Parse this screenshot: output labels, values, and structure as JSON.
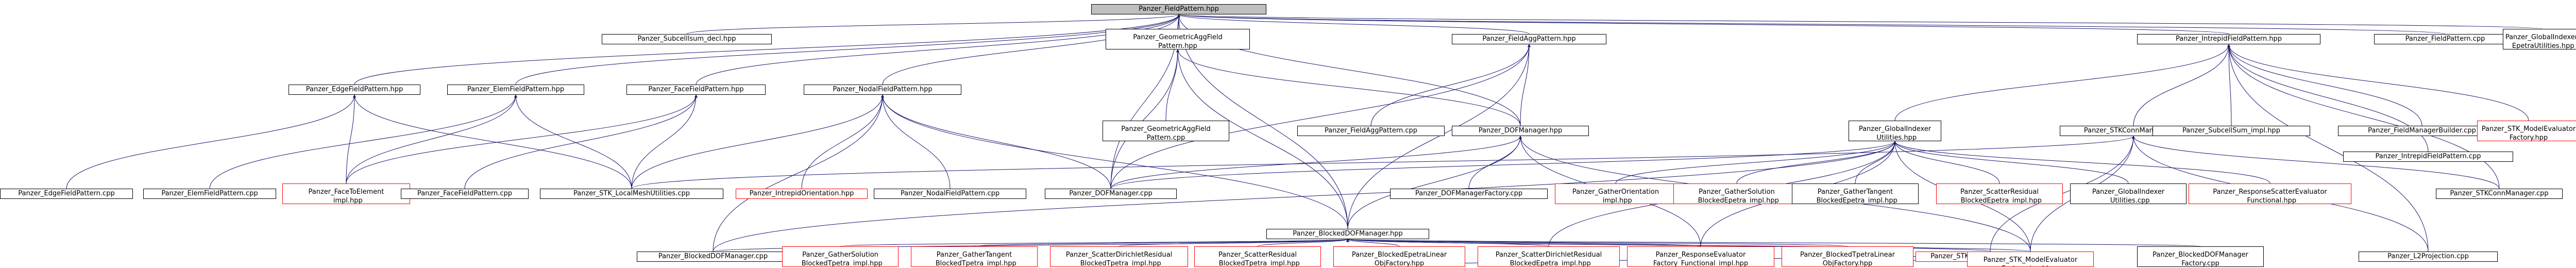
{
  "colors": {
    "background": "#ffffff",
    "node_border": "#000000",
    "node_border_undocumented": "#ff0000",
    "root_fill": "#bfbfbf",
    "edge": "#191970"
  },
  "nodes": [
    {
      "id": "n0",
      "lines": [
        "Panzer_FieldPattern.hpp"
      ],
      "kind": "root"
    },
    {
      "id": "n1",
      "lines": [
        "Panzer_Subcelllsum_decl.hpp"
      ],
      "kind": "normal"
    },
    {
      "id": "n2",
      "lines": [
        "Panzer_GeometricAggField",
        "Pattern.hpp"
      ],
      "kind": "normal"
    },
    {
      "id": "n3",
      "lines": [
        "Panzer_FieldAggPattern.hpp"
      ],
      "kind": "normal"
    },
    {
      "id": "n4",
      "lines": [
        "Panzer_IntrepidFieldPattern.hpp"
      ],
      "kind": "normal"
    },
    {
      "id": "n5",
      "lines": [
        "Panzer_FieldPattern.cpp"
      ],
      "kind": "normal"
    },
    {
      "id": "n6",
      "lines": [
        "Panzer_GlobalIndexer",
        "_EpetraUtilities.hpp"
      ],
      "kind": "normal"
    },
    {
      "id": "n7",
      "lines": [
        "Panzer_EdgeFieldPattern.hpp"
      ],
      "kind": "normal"
    },
    {
      "id": "n8",
      "lines": [
        "Panzer_ElemFieldPattern.hpp"
      ],
      "kind": "normal"
    },
    {
      "id": "n9",
      "lines": [
        "Panzer_FaceFieldPattern.hpp"
      ],
      "kind": "normal"
    },
    {
      "id": "n10",
      "lines": [
        "Panzer_NodalFieldPattern.hpp"
      ],
      "kind": "normal"
    },
    {
      "id": "n11",
      "lines": [
        "Panzer_GeometricAggField",
        "Pattern.cpp"
      ],
      "kind": "normal"
    },
    {
      "id": "n12",
      "lines": [
        "Panzer_FieldAggPattern.cpp"
      ],
      "kind": "normal"
    },
    {
      "id": "n13",
      "lines": [
        "Panzer_DOFManager.hpp"
      ],
      "kind": "normal"
    },
    {
      "id": "n14",
      "lines": [
        "Panzer_GlobalIndexer",
        "_Utilities.hpp"
      ],
      "kind": "normal"
    },
    {
      "id": "n15",
      "lines": [
        "Panzer_STKConnManager.hpp"
      ],
      "kind": "normal"
    },
    {
      "id": "n16",
      "lines": [
        "Panzer_SubcellSum_impl.hpp"
      ],
      "kind": "normal"
    },
    {
      "id": "n17",
      "lines": [
        "Panzer_FieldManagerBuilder.cpp"
      ],
      "kind": "normal"
    },
    {
      "id": "n18",
      "lines": [
        "Panzer_STK_ModelEvaluator",
        "Factory.hpp"
      ],
      "kind": "red"
    },
    {
      "id": "n19",
      "lines": [
        "Panzer_IntrepidFieldPattern.cpp"
      ],
      "kind": "normal"
    },
    {
      "id": "n20",
      "lines": [
        "Panzer_EdgeFieldPattern.cpp"
      ],
      "kind": "normal"
    },
    {
      "id": "n21",
      "lines": [
        "Panzer_ElemFieldPattern.cpp"
      ],
      "kind": "normal"
    },
    {
      "id": "n22",
      "lines": [
        "Panzer_FaceToElement",
        "_impl.hpp"
      ],
      "kind": "red"
    },
    {
      "id": "n23",
      "lines": [
        "Panzer_FaceFieldPattern.cpp"
      ],
      "kind": "normal"
    },
    {
      "id": "n24",
      "lines": [
        "Panzer_STK_LocalMeshUtilities.cpp"
      ],
      "kind": "normal"
    },
    {
      "id": "n25",
      "lines": [
        "Panzer_IntrepidOrientation.hpp"
      ],
      "kind": "red"
    },
    {
      "id": "n26",
      "lines": [
        "Panzer_NodalFieldPattern.cpp"
      ],
      "kind": "normal"
    },
    {
      "id": "n27",
      "lines": [
        "Panzer_DOFManager.cpp"
      ],
      "kind": "normal"
    },
    {
      "id": "n28",
      "lines": [
        "Panzer_DOFManagerFactory.cpp"
      ],
      "kind": "normal"
    },
    {
      "id": "n29",
      "lines": [
        "Panzer_GatherOrientation",
        "_impl.hpp"
      ],
      "kind": "red"
    },
    {
      "id": "n30",
      "lines": [
        "Panzer_GatherSolution",
        "_BlockedEpetra_impl.hpp"
      ],
      "kind": "red"
    },
    {
      "id": "n31",
      "lines": [
        "Panzer_GatherTangent",
        "_BlockedEpetra_impl.hpp"
      ],
      "kind": "normal"
    },
    {
      "id": "n32",
      "lines": [
        "Panzer_ScatterResidual",
        "_BlockedEpetra_impl.hpp"
      ],
      "kind": "red"
    },
    {
      "id": "n33",
      "lines": [
        "Panzer_GlobalIndexer",
        "_Utilities.cpp"
      ],
      "kind": "normal"
    },
    {
      "id": "n34",
      "lines": [
        "Panzer_ResponseScatterEvaluator",
        "_Functional.hpp"
      ],
      "kind": "red"
    },
    {
      "id": "n35",
      "lines": [
        "Panzer_STKConnManager.cpp"
      ],
      "kind": "normal"
    },
    {
      "id": "n36",
      "lines": [
        "Panzer_BlockedDOFManager.hpp"
      ],
      "kind": "normal"
    },
    {
      "id": "n37",
      "lines": [
        "Panzer_BlockedDOFManager.cpp"
      ],
      "kind": "normal"
    },
    {
      "id": "n38",
      "lines": [
        "Panzer_GatherSolution",
        "_BlockedTpetra_impl.hpp"
      ],
      "kind": "red"
    },
    {
      "id": "n39",
      "lines": [
        "Panzer_GatherTangent",
        "_BlockedTpetra_impl.hpp"
      ],
      "kind": "red"
    },
    {
      "id": "n40",
      "lines": [
        "Panzer_ScatterDirichletResidual",
        "_BlockedTpetra_impl.hpp"
      ],
      "kind": "red"
    },
    {
      "id": "n41",
      "lines": [
        "Panzer_ScatterResidual",
        "_BlockedTpetra_impl.hpp"
      ],
      "kind": "red"
    },
    {
      "id": "n42",
      "lines": [
        "Panzer_BlockedEpetraLinear",
        "ObjFactory.hpp"
      ],
      "kind": "red"
    },
    {
      "id": "n43",
      "lines": [
        "Panzer_ScatterDirichletResidual",
        "_BlockedEpetra_impl.hpp"
      ],
      "kind": "red"
    },
    {
      "id": "n44",
      "lines": [
        "Panzer_ResponseEvaluator",
        "Factory_Functional_impl.hpp"
      ],
      "kind": "red"
    },
    {
      "id": "n45",
      "lines": [
        "Panzer_BlockedTpetraLinear",
        "ObjFactory.hpp"
      ],
      "kind": "red"
    },
    {
      "id": "n46",
      "lines": [
        "Panzer_STK_SetupLOWSFactory.hpp"
      ],
      "kind": "red"
    },
    {
      "id": "n47",
      "lines": [
        "Panzer_BlockedDOFManager",
        "Factory.cpp"
      ],
      "kind": "normal"
    },
    {
      "id": "n48",
      "lines": [
        "Panzer_STK_ModelEvaluator",
        "Factory_impl.hpp"
      ],
      "kind": "red"
    },
    {
      "id": "n49",
      "lines": [
        "Panzer_L2Projection.cpp"
      ],
      "kind": "normal"
    }
  ],
  "edges": [
    [
      "n0",
      "n1"
    ],
    [
      "n0",
      "n2"
    ],
    [
      "n0",
      "n3"
    ],
    [
      "n0",
      "n4"
    ],
    [
      "n0",
      "n5"
    ],
    [
      "n0",
      "n6"
    ],
    [
      "n0",
      "n7"
    ],
    [
      "n0",
      "n8"
    ],
    [
      "n0",
      "n9"
    ],
    [
      "n0",
      "n10"
    ],
    [
      "n0",
      "n13"
    ],
    [
      "n0",
      "n36"
    ],
    [
      "n0",
      "n27"
    ],
    [
      "n2",
      "n11"
    ],
    [
      "n2",
      "n13"
    ],
    [
      "n2",
      "n36"
    ],
    [
      "n2",
      "n27"
    ],
    [
      "n3",
      "n12"
    ],
    [
      "n3",
      "n13"
    ],
    [
      "n3",
      "n36"
    ],
    [
      "n3",
      "n27"
    ],
    [
      "n4",
      "n19"
    ],
    [
      "n4",
      "n15"
    ],
    [
      "n4",
      "n16"
    ],
    [
      "n4",
      "n17"
    ],
    [
      "n4",
      "n18"
    ],
    [
      "n4",
      "n35"
    ],
    [
      "n4",
      "n49"
    ],
    [
      "n4",
      "n14"
    ],
    [
      "n7",
      "n20"
    ],
    [
      "n7",
      "n22"
    ],
    [
      "n7",
      "n24"
    ],
    [
      "n8",
      "n21"
    ],
    [
      "n8",
      "n22"
    ],
    [
      "n8",
      "n24"
    ],
    [
      "n9",
      "n23"
    ],
    [
      "n9",
      "n22"
    ],
    [
      "n9",
      "n24"
    ],
    [
      "n10",
      "n26"
    ],
    [
      "n10",
      "n24"
    ],
    [
      "n10",
      "n25"
    ],
    [
      "n10",
      "n27"
    ],
    [
      "n10",
      "n36"
    ],
    [
      "n10",
      "n37"
    ],
    [
      "n13",
      "n27"
    ],
    [
      "n13",
      "n28"
    ],
    [
      "n13",
      "n36"
    ],
    [
      "n13",
      "n44"
    ],
    [
      "n13",
      "n48"
    ],
    [
      "n14",
      "n29"
    ],
    [
      "n14",
      "n30"
    ],
    [
      "n14",
      "n31"
    ],
    [
      "n14",
      "n32"
    ],
    [
      "n14",
      "n33"
    ],
    [
      "n14",
      "n34"
    ],
    [
      "n14",
      "n27"
    ],
    [
      "n14",
      "n37"
    ],
    [
      "n14",
      "n43"
    ],
    [
      "n14",
      "n44"
    ],
    [
      "n14",
      "n48"
    ],
    [
      "n15",
      "n35"
    ],
    [
      "n15",
      "n24"
    ],
    [
      "n15",
      "n46"
    ],
    [
      "n15",
      "n48"
    ],
    [
      "n15",
      "n49"
    ],
    [
      "n36",
      "n37"
    ],
    [
      "n36",
      "n38"
    ],
    [
      "n36",
      "n39"
    ],
    [
      "n36",
      "n40"
    ],
    [
      "n36",
      "n41"
    ],
    [
      "n36",
      "n42"
    ],
    [
      "n36",
      "n43"
    ],
    [
      "n36",
      "n44"
    ],
    [
      "n36",
      "n45"
    ],
    [
      "n36",
      "n46"
    ],
    [
      "n36",
      "n47"
    ],
    [
      "n36",
      "n48"
    ],
    [
      "n42",
      "n48"
    ],
    [
      "n45",
      "n48"
    ],
    [
      "n46",
      "n48"
    ]
  ]
}
